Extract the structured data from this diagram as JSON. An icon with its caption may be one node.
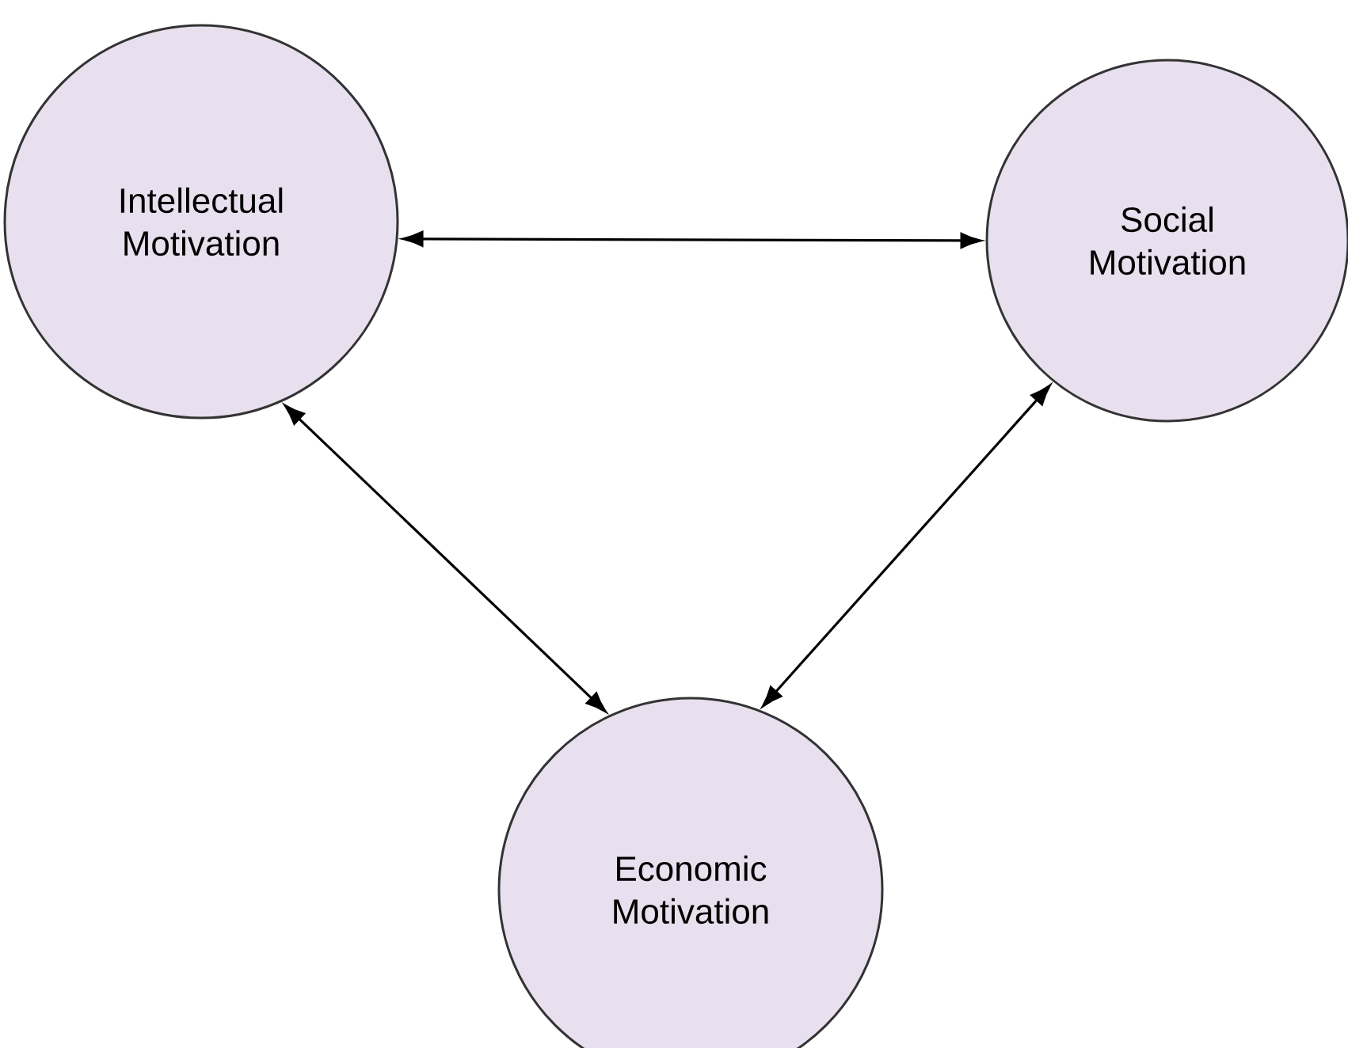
{
  "diagram": {
    "nodes": [
      {
        "text": [
          "Intellectual Motivation"
        ]
      },
      {
        "text": [
          "Social Motivation"
        ]
      },
      {
        "text": [
          "Economic Motivation"
        ]
      }
    ],
    "edges": [
      {
        "from": 0,
        "to": 1,
        "arrow": "both"
      },
      {
        "from": 0,
        "to": 2,
        "arrow": "both"
      },
      {
        "from": 1,
        "to": 2,
        "arrow": "both"
      }
    ]
  }
}
